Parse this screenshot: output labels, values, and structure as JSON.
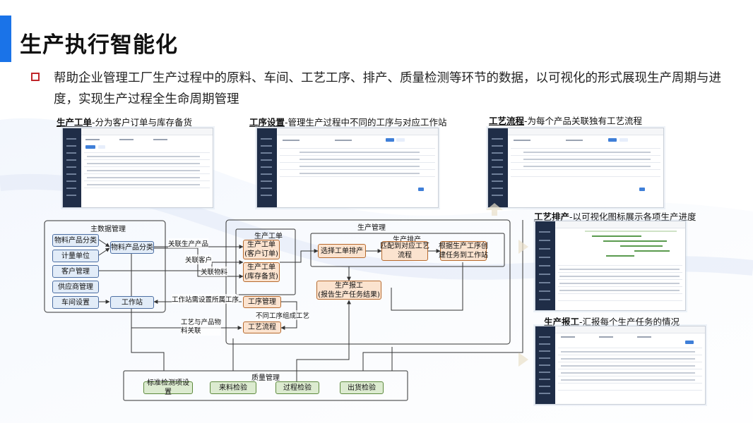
{
  "page": {
    "title": "生产执行智能化",
    "description": "帮助企业管理工厂生产过程中的原料、车间、工艺工序、排产、质量检测等环节的数据，以可视化的形式展现生产周期与进度，实现生产过程全生命周期管理"
  },
  "screenshots": [
    {
      "title": "生产工单",
      "subtitle": "-分为客户订单与库存备货"
    },
    {
      "title": "工序设置",
      "subtitle": "-管理生产过程中不同的工序与对应工作站"
    },
    {
      "title": "工艺流程",
      "subtitle": "-为每个产品关联独有工艺流程"
    },
    {
      "title": "工艺排产",
      "subtitle": "-以可视化图标展示各项生产进度"
    },
    {
      "title": "生产报工",
      "subtitle": "-汇报每个生产任务的情况"
    }
  ],
  "diagram": {
    "master_data": {
      "label": "主数据管理",
      "items": [
        "物料产品分类",
        "计量单位",
        "客户管理",
        "供应商管理",
        "车间设置"
      ],
      "material_category": "物料产品分类",
      "workstation": "工作站"
    },
    "production": {
      "label": "生产管理",
      "work_order_group": "生产工单",
      "order_customer": "生产工单\n(客户订单)",
      "order_stock": "生产工单\n(库存备货)",
      "process_mgmt": "工序管理",
      "craft_flow": "工艺流程",
      "scheduling": {
        "label": "生产排产",
        "steps": [
          "选择工单排产",
          "匹配到对应工艺\n流程",
          "根据生产工序创\n建任务到工作站"
        ]
      },
      "report": "生产报工\n(报告生产任务结果)"
    },
    "quality": {
      "label": "质量管理",
      "items": [
        "标准检测项设置",
        "来料检验",
        "过程检验",
        "出货检验"
      ]
    },
    "connector_labels": {
      "link_product": "关联生产产品",
      "link_customer": "关联客户",
      "link_material": "关联物料",
      "station_process": "工作站需设置所属工序",
      "process_craft": "工艺与产品物\n料关联",
      "diff_process": "不同工序组成工艺"
    }
  },
  "colors": {
    "accent": "#1a73e8",
    "bullet": "#c0262b",
    "blue_box": "#e2ecf8",
    "orange_box": "#fbe3cf",
    "green_box": "#dcebd0"
  }
}
